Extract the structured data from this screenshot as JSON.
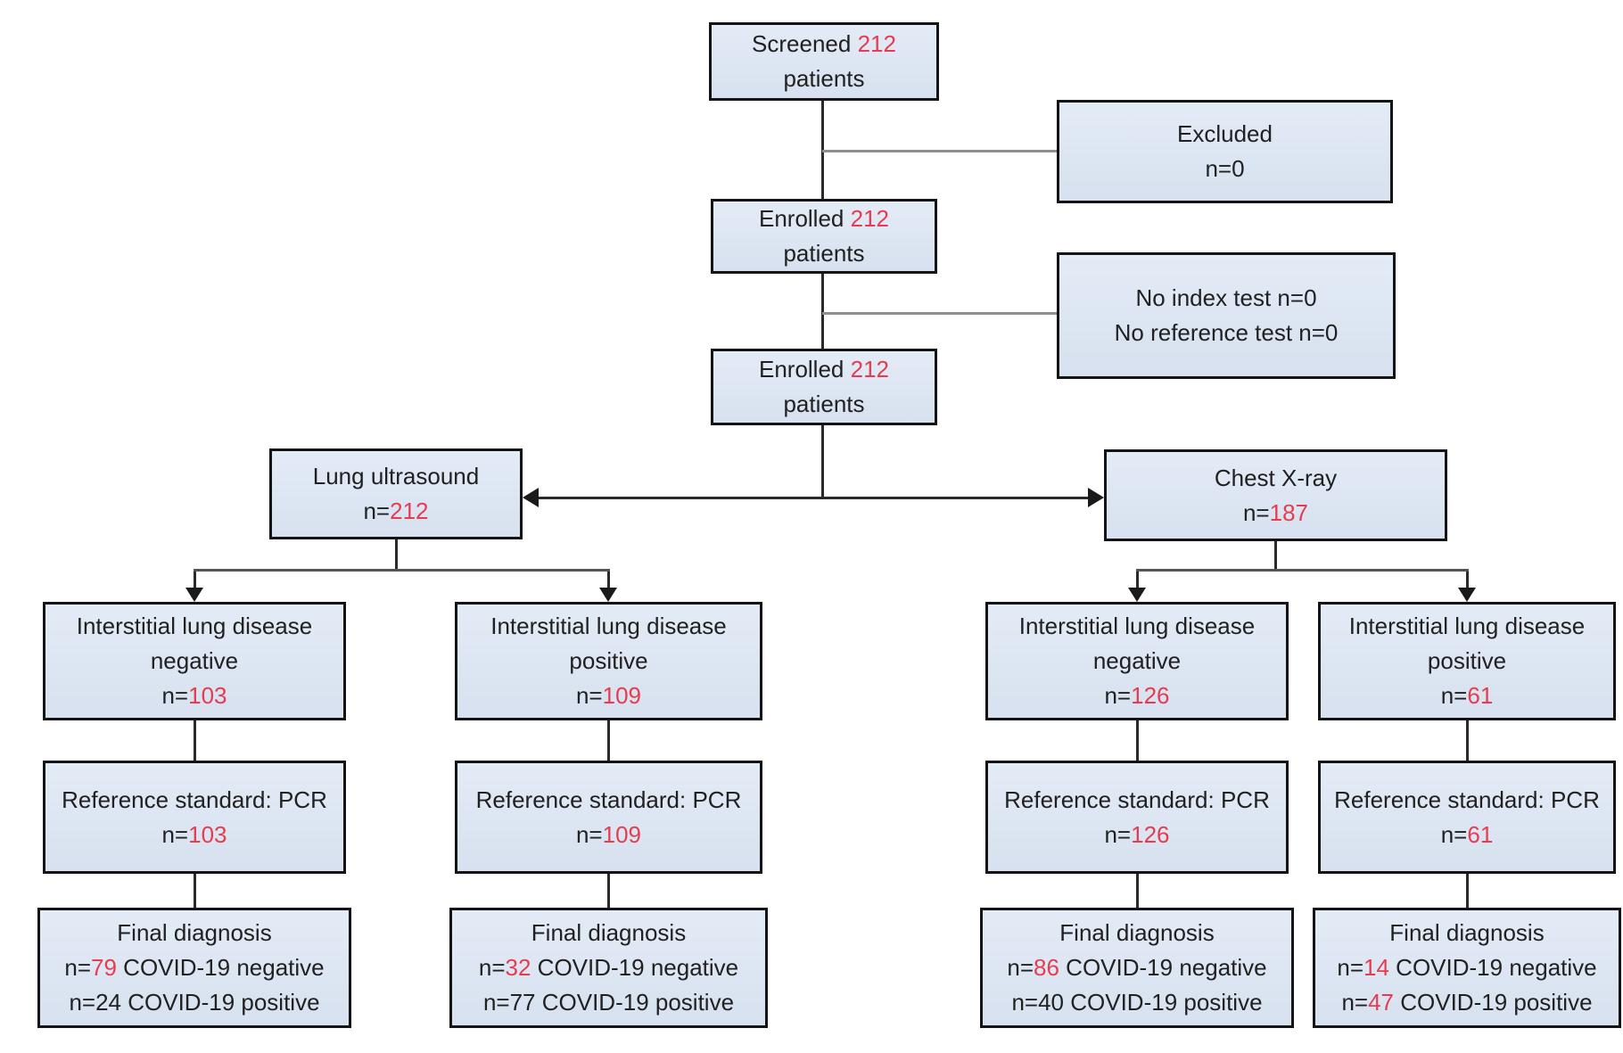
{
  "colors": {
    "box_fill": "#dbe5f1",
    "box_border": "#141414",
    "text": "#212121",
    "number_accent": "#e63c50",
    "connector": "#2a2a2a",
    "connector_gray": "#8f8f8f"
  },
  "boxes": {
    "screened": {
      "l1_pre": "Screened ",
      "l1_num": "212",
      "l2": "patients"
    },
    "excluded": {
      "l1": "Excluded",
      "l2": "n=0"
    },
    "enrolled1": {
      "l1_pre": "Enrolled ",
      "l1_num": "212",
      "l2": "patients"
    },
    "no_tests": {
      "l1": "No index test n=0",
      "l2": "No reference test n=0"
    },
    "enrolled2": {
      "l1_pre": "Enrolled ",
      "l1_num": "212",
      "l2": "patients"
    },
    "lung_ultrasound": {
      "l1": "Lung ultrasound",
      "l2_pre": "n=",
      "l2_num": "212"
    },
    "chest_xray": {
      "l1": "Chest X-ray",
      "l2_pre": "n=",
      "l2_num": "187"
    },
    "ild": [
      {
        "l1": "Interstitial lung disease",
        "l2": "negative",
        "l3_pre": "n=",
        "l3_num": "103"
      },
      {
        "l1": "Interstitial lung disease",
        "l2": "positive",
        "l3_pre": "n=",
        "l3_num": "109"
      },
      {
        "l1": "Interstitial lung disease",
        "l2": "negative",
        "l3_pre": "n=",
        "l3_num": "126"
      },
      {
        "l1": "Interstitial lung disease",
        "l2": "positive",
        "l3_pre": "n=",
        "l3_num": "61"
      }
    ],
    "reference": [
      {
        "l1": "Reference standard: PCR",
        "l2_pre": "n=",
        "l2_num": "103"
      },
      {
        "l1": "Reference standard: PCR",
        "l2_pre": "n=",
        "l2_num": "109"
      },
      {
        "l1": "Reference standard: PCR",
        "l2_pre": "n=",
        "l2_num": "126"
      },
      {
        "l1": "Reference standard: PCR",
        "l2_pre": "n=",
        "l2_num": "61"
      }
    ],
    "final": [
      {
        "l1": "Final diagnosis",
        "l2_pre": "n=",
        "l2_num": "79",
        "l2_color": "red",
        "l2_post": " COVID-19 negative",
        "l3_pre": "n=",
        "l3_num": "24",
        "l3_color": "ink",
        "l3_post": " COVID-19 positive"
      },
      {
        "l1": "Final diagnosis",
        "l2_pre": "n=",
        "l2_num": "32",
        "l2_color": "red",
        "l2_post": " COVID-19 negative",
        "l3_pre": "n=",
        "l3_num": "77",
        "l3_color": "ink",
        "l3_post": " COVID-19 positive"
      },
      {
        "l1": "Final diagnosis",
        "l2_pre": "n=",
        "l2_num": "86",
        "l2_color": "red",
        "l2_post": " COVID-19 negative",
        "l3_pre": "n=",
        "l3_num": "40",
        "l3_color": "ink",
        "l3_post": " COVID-19 positive"
      },
      {
        "l1": "Final diagnosis",
        "l2_pre": "n=",
        "l2_num": "14",
        "l2_color": "red",
        "l2_post": " COVID-19 negative",
        "l3_pre": "n=",
        "l3_num": "47",
        "l3_color": "red",
        "l3_post": " COVID-19 positive"
      }
    ]
  }
}
